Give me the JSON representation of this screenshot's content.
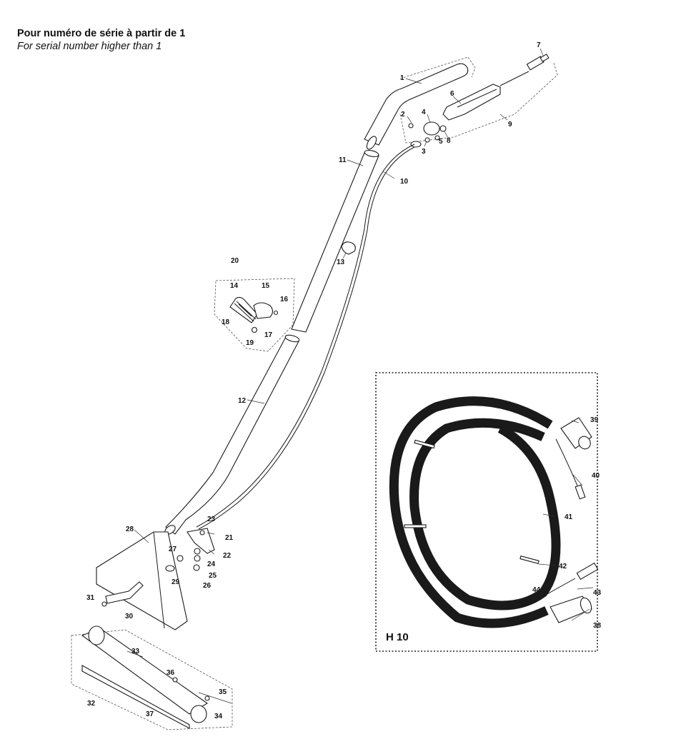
{
  "header": {
    "title_fr": "Pour numéro de série à partir de 1",
    "title_en": "For serial number higher than 1"
  },
  "kit": {
    "label": "H 10"
  },
  "callouts": {
    "c1": "1",
    "c2": "2",
    "c3": "3",
    "c4": "4",
    "c5": "5",
    "c6": "6",
    "c7": "7",
    "c8": "8",
    "c9": "9",
    "c10": "10",
    "c11": "11",
    "c12": "12",
    "c13": "13",
    "c14": "14",
    "c15": "15",
    "c16": "16",
    "c17": "17",
    "c18": "18",
    "c19": "19",
    "c20": "20",
    "c21": "21",
    "c22": "22",
    "c23": "23",
    "c24": "24",
    "c25": "25",
    "c26": "26",
    "c27": "27",
    "c28": "28",
    "c29": "29",
    "c30": "30",
    "c31": "31",
    "c32": "32",
    "c33": "33",
    "c34": "34",
    "c35": "35",
    "c36": "36",
    "c37": "37",
    "c38": "38",
    "c39": "39",
    "c40": "40",
    "c41": "41",
    "c42": "42",
    "c43": "43",
    "c44": "44"
  }
}
